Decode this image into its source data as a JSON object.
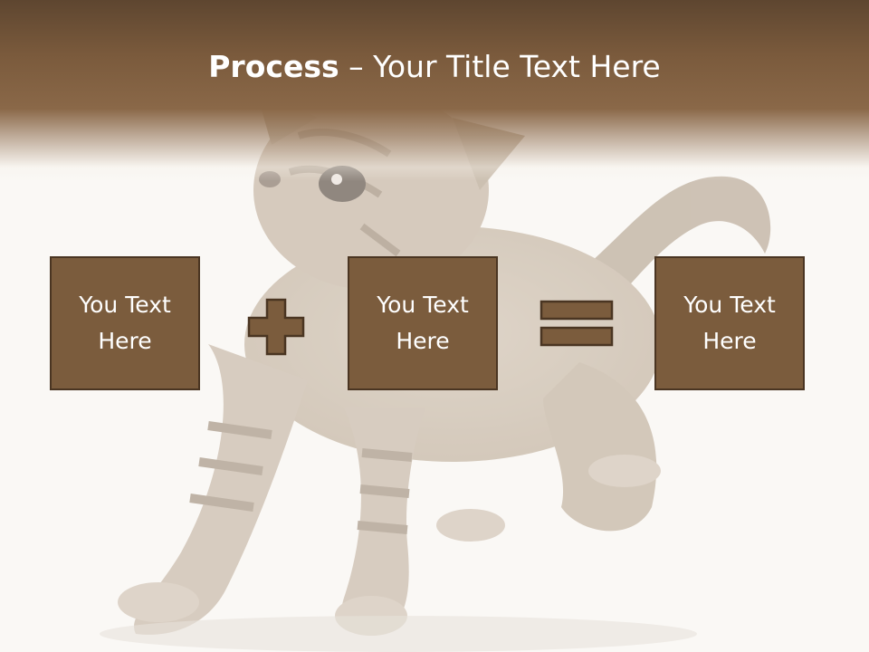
{
  "title": {
    "bold": "Process",
    "rest": " – Your Title Text Here"
  },
  "boxes": [
    {
      "text": "You Text Here"
    },
    {
      "text": "You Text Here"
    },
    {
      "text": "You Text Here"
    }
  ],
  "operators": {
    "first": "plus-icon",
    "second": "equals-icon"
  },
  "colors": {
    "title_band": "#7a5a3c",
    "box_fill": "#7b5c3d",
    "box_border": "#4a3522",
    "title_text": "#ffffff"
  },
  "background_image": "faded tabby kitten"
}
